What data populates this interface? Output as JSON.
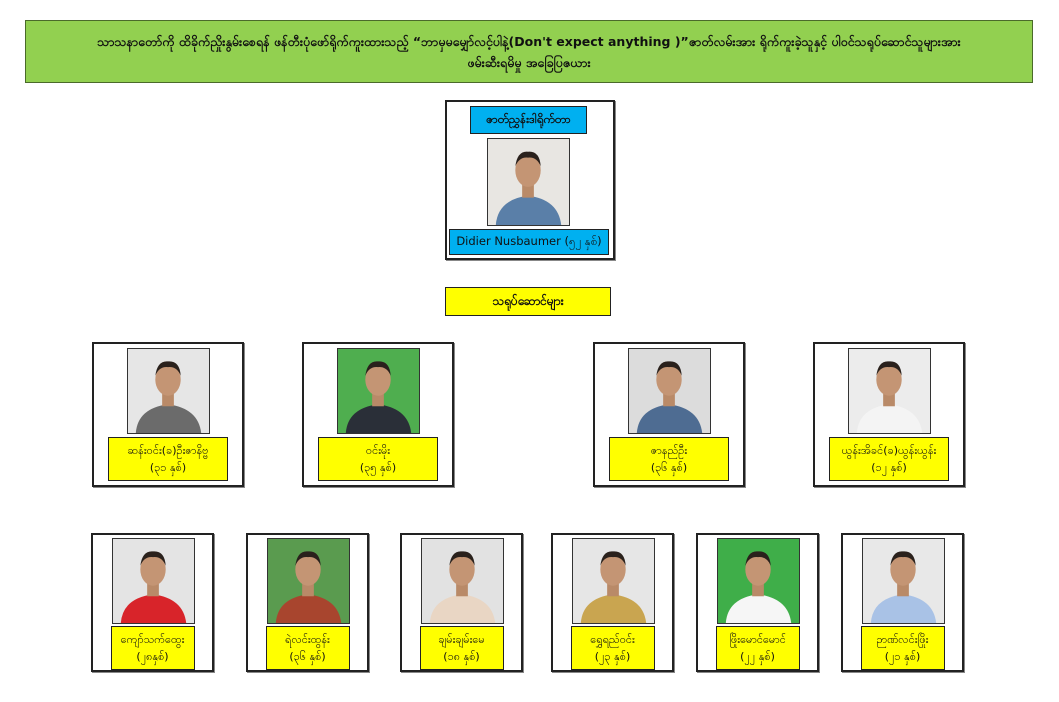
{
  "header": {
    "title_line1": "သာသနာတော်ကို ထိခိုက်ညှိုးနွမ်းစေရန် ဖန်တီးပုံဖော်ရိုက်ကူးထားသည့် “ဘာမှမမျှော်လင့်ပါနဲ့(Don't  expect anything )”ဇာတ်လမ်းအား ရိုက်ကူးခဲ့သူနှင့် ပါဝင်သရုပ်ဆောင်သူများအား",
    "title_line2": "ဖမ်းဆီးရမိမှု အခြေပြဇယား"
  },
  "director": {
    "role": "ဇာတ်ညွှန်းဒါရိုက်တာ",
    "name": "Didier Nusbaumer  (၅၂ နှစ်)",
    "photo_bg": "#e8e6e2",
    "shirt": "#5a7fa8"
  },
  "cast_heading": "သရုပ်ဆောင်များ",
  "cast_row1": [
    {
      "name": "ဆန်းဝင်း(ခ)ဦးဇာနိဗ္ဗ",
      "age": "(၃၁ နှစ်)",
      "photo_bg": "#e6e6e6",
      "shirt": "#6b6b6b"
    },
    {
      "name": "ဝင်းမိုး",
      "age": "(၃၅ နှစ်)",
      "photo_bg": "#4fae4f",
      "shirt": "#2a2f38"
    },
    {
      "name": "ဇာနည်ဦး",
      "age": "(၃၆ နှစ်)",
      "photo_bg": "#dcdcdc",
      "shirt": "#4e6c92"
    },
    {
      "name": "ယွန်းအိခင်(ခ)ယွန်းယွန်း",
      "age": "(၁၂ နှစ်)",
      "photo_bg": "#ececec",
      "shirt": "#f4f4f4"
    }
  ],
  "cast_row2": [
    {
      "name": "ကျော်သက်ထွေး",
      "age": "(၂၈နှစ်)",
      "photo_bg": "#e4e4e4",
      "shirt": "#d8242a"
    },
    {
      "name": "ရဲလင်းထွန်း",
      "age": "(၃၆ နှစ်)",
      "photo_bg": "#5a9b4f",
      "shirt": "#a8452e"
    },
    {
      "name": "ချမ်းချမ်းမေ",
      "age": "(၁၈ နှစ်)",
      "photo_bg": "#e2e2e2",
      "shirt": "#e9d6c4"
    },
    {
      "name": "ရွှေရည်ဝင်း",
      "age": "(၂၃ နှစ်)",
      "photo_bg": "#e6e6e6",
      "shirt": "#c9a550"
    },
    {
      "name": "ဖြိုးမောင်မောင်",
      "age": "(၂၂ နှစ်)",
      "photo_bg": "#3fae49",
      "shirt": "#f6f6f6"
    },
    {
      "name": "ဉာဏ်လင်းဖြိုး",
      "age": "(၂၁ နှစ်)",
      "photo_bg": "#e8e8e8",
      "shirt": "#a9c2e6"
    }
  ]
}
